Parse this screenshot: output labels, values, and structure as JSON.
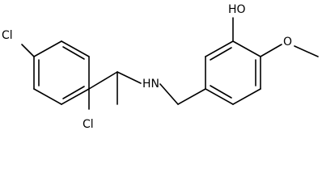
{
  "molecule": {
    "labels": {
      "cl_top": "Cl",
      "cl_bottom": "Cl",
      "amine": "HN",
      "hydroxyl": "HO",
      "methoxy_o": "O"
    }
  }
}
